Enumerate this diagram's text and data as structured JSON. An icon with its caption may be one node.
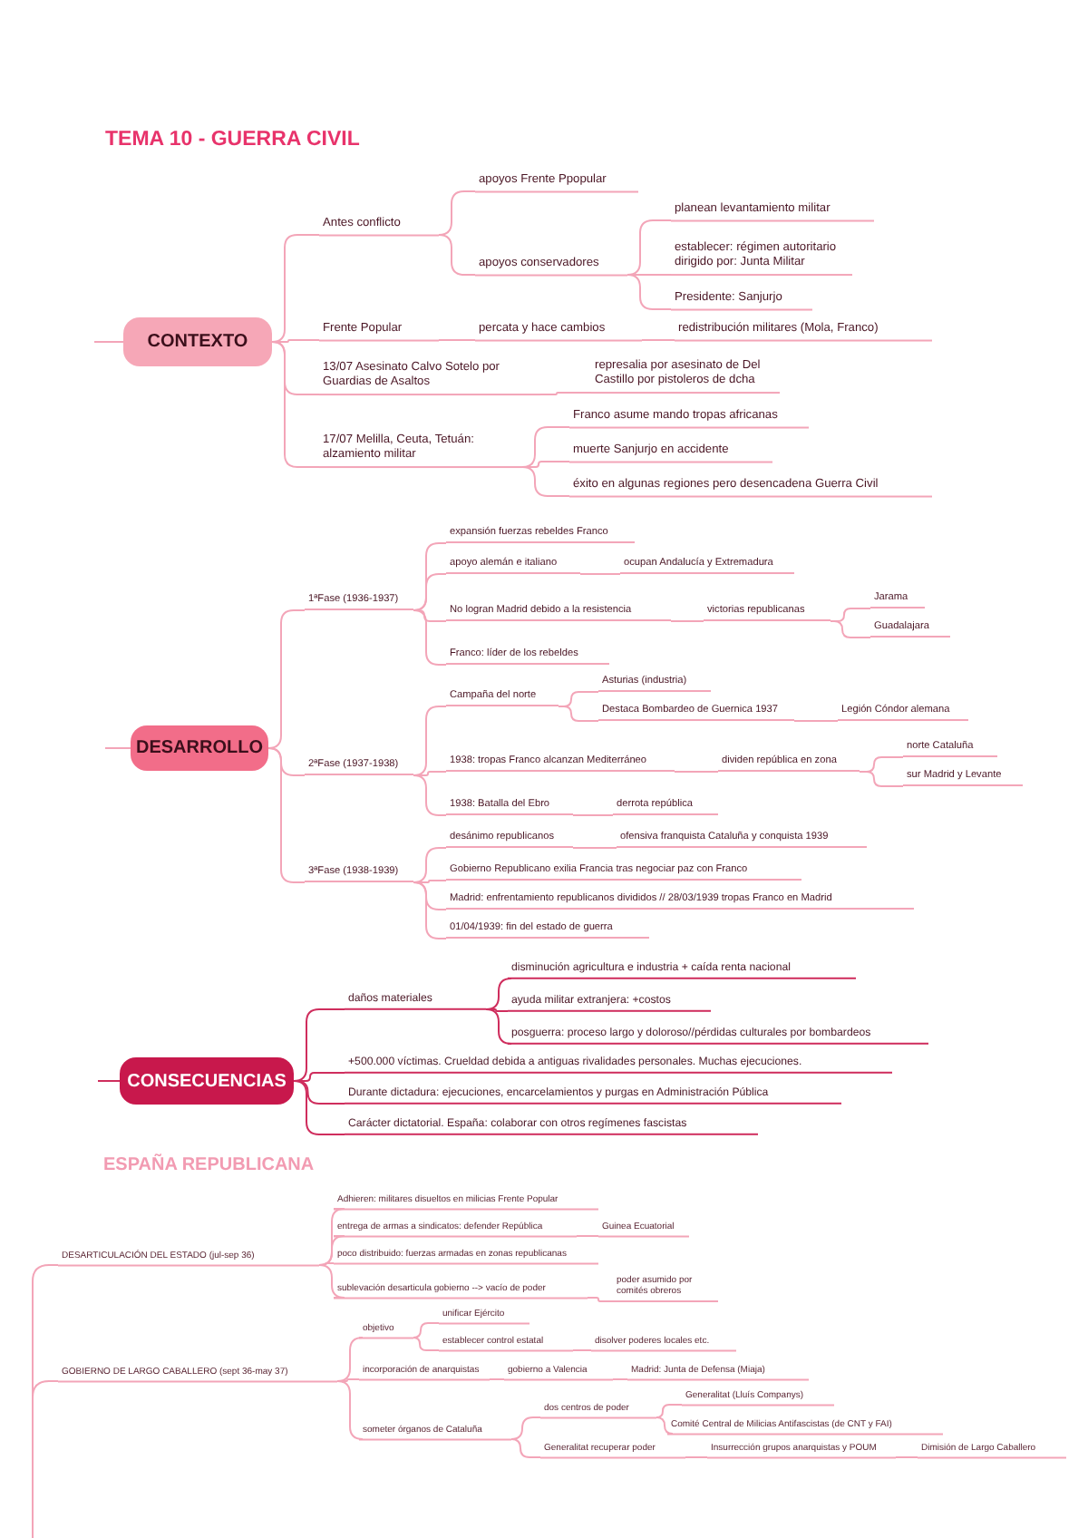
{
  "diagram": {
    "title": "TEMA 10 - GUERRA CIVIL",
    "nodes": [
      {
        "text": [
          "CONTEXTO"
        ]
      },
      {
        "text": [
          "Antes conflicto"
        ]
      },
      {
        "text": [
          "apoyos Frente Ppopular"
        ]
      },
      {
        "text": [
          "apoyos conservadores"
        ]
      },
      {
        "text": [
          "planean levantamiento militar"
        ]
      },
      {
        "text": [
          "establecer: régimen autoritario dirigido por: Junta Militar"
        ]
      },
      {
        "text": [
          "Presidente: Sanjurjo"
        ]
      },
      {
        "text": [
          "Frente Popular"
        ]
      },
      {
        "text": [
          "percata y hace cambios"
        ]
      },
      {
        "text": [
          "redistribución militares (Mola, Franco)"
        ]
      },
      {
        "text": [
          "13/07 Asesinato Calvo Sotelo por Guardias de Asaltos"
        ]
      },
      {
        "text": [
          "represalia por asesinato de Del Castillo por pistoleros de dcha"
        ]
      },
      {
        "text": [
          "17/07 Melilla, Ceuta, Tetuán: alzamiento militar"
        ]
      },
      {
        "text": [
          "Franco asume mando tropas africanas"
        ]
      },
      {
        "text": [
          "muerte Sanjurjo en accidente"
        ]
      },
      {
        "text": [
          "éxito en algunas regiones pero desencadena Guerra Civil"
        ]
      },
      {
        "text": [
          "DESARROLLO"
        ]
      },
      {
        "text": [
          "1ªFase (1936-1937)"
        ]
      },
      {
        "text": [
          "expansión fuerzas rebeldes Franco"
        ]
      },
      {
        "text": [
          "apoyo alemán e italiano"
        ]
      },
      {
        "text": [
          "ocupan Andalucía y Extremadura"
        ]
      },
      {
        "text": [
          "No logran Madrid debido a la resistencia"
        ]
      },
      {
        "text": [
          "victorias republicanas"
        ]
      },
      {
        "text": [
          "Jarama"
        ]
      },
      {
        "text": [
          "Guadalajara"
        ]
      },
      {
        "text": [
          "Franco: líder de los rebeldes"
        ]
      },
      {
        "text": [
          "2ªFase (1937-1938)"
        ]
      },
      {
        "text": [
          "Campaña del norte"
        ]
      },
      {
        "text": [
          "Asturias (industria)"
        ]
      },
      {
        "text": [
          "Destaca Bombardeo de Guernica 1937"
        ]
      },
      {
        "text": [
          "Legión Cóndor alemana"
        ]
      },
      {
        "text": [
          "1938: tropas Franco alcanzan Mediterráneo"
        ]
      },
      {
        "text": [
          "dividen república en zona"
        ]
      },
      {
        "text": [
          "norte Cataluña"
        ]
      },
      {
        "text": [
          "sur Madrid y Levante"
        ]
      },
      {
        "text": [
          "1938: Batalla del Ebro"
        ]
      },
      {
        "text": [
          "derrota república"
        ]
      },
      {
        "text": [
          "3ªFase (1938-1939)"
        ]
      },
      {
        "text": [
          "desánimo republicanos"
        ]
      },
      {
        "text": [
          "ofensiva franquista Cataluña y conquista 1939"
        ]
      },
      {
        "text": [
          "Gobierno Republicano exilia Francia tras negociar paz con Franco"
        ]
      },
      {
        "text": [
          "Madrid: enfrentamiento republicanos divididos // 28/03/1939 tropas Franco en Madrid"
        ]
      },
      {
        "text": [
          "01/04/1939: fin del estado de guerra"
        ]
      },
      {
        "text": [
          "CONSECUENCIAS"
        ]
      },
      {
        "text": [
          "daños materiales"
        ]
      },
      {
        "text": [
          "disminución agricultura e industria + caída renta nacional"
        ]
      },
      {
        "text": [
          "ayuda militar extranjera: +costos"
        ]
      },
      {
        "text": [
          "posguerra: proceso largo y doloroso//pérdidas culturales por bombardeos"
        ]
      },
      {
        "text": [
          "+500.000 víctimas. Crueldad debida a antiguas rivalidades personales. Muchas ejecuciones."
        ]
      },
      {
        "text": [
          "Durante dictadura: ejecuciones, encarcelamientos y purgas en Administración Pública"
        ]
      },
      {
        "text": [
          "Carácter dictatorial. España: colaborar con otros regímenes fascistas"
        ]
      },
      {
        "text": [
          "DESARTICULACIÓN DEL ESTADO (jul-sep 36)"
        ]
      },
      {
        "text": [
          "Adhieren: militares disueltos en milicias Frente Popular"
        ]
      },
      {
        "text": [
          "entrega de armas a sindicatos: defender República"
        ]
      },
      {
        "text": [
          "Guinea Ecuatorial"
        ]
      },
      {
        "text": [
          "poco distribuido: fuerzas armadas en zonas republicanas"
        ]
      },
      {
        "text": [
          "sublevación desarticula gobierno --> vacío de poder"
        ]
      },
      {
        "text": [
          "poder asumido por comités obreros"
        ]
      },
      {
        "text": [
          "GOBIERNO DE LARGO CABALLERO (sept 36-may 37)"
        ]
      },
      {
        "text": [
          "objetivo"
        ]
      },
      {
        "text": [
          "unificar Ejército"
        ]
      },
      {
        "text": [
          "establecer control estatal"
        ]
      },
      {
        "text": [
          "disolver poderes locales etc."
        ]
      },
      {
        "text": [
          "incorporación de anarquistas"
        ]
      },
      {
        "text": [
          "gobierno a Valencia"
        ]
      },
      {
        "text": [
          "Madrid: Junta de Defensa (Miaja)"
        ]
      },
      {
        "text": [
          "someter órganos de Cataluña"
        ]
      },
      {
        "text": [
          "dos centros de poder"
        ]
      },
      {
        "text": [
          "Generalitat (Lluís Companys)"
        ]
      },
      {
        "text": [
          "Comité Central de Milicias Antifascistas (de CNT y FAI)"
        ]
      },
      {
        "text": [
          "Generalitat recuperar poder"
        ]
      },
      {
        "text": [
          "Insurrección grupos anarquistas y POUM"
        ]
      },
      {
        "text": [
          "Dimisión de Largo Caballero"
        ]
      }
    ],
    "edges": [
      {
        "from": null,
        "to": 0,
        "arrow": "none"
      },
      {
        "from": 0,
        "to": 1,
        "arrow": "none"
      },
      {
        "from": 1,
        "to": 2,
        "arrow": "none"
      },
      {
        "from": 1,
        "to": 3,
        "arrow": "none"
      },
      {
        "from": 3,
        "to": 4,
        "arrow": "none"
      },
      {
        "from": 3,
        "to": 5,
        "arrow": "none"
      },
      {
        "from": 3,
        "to": 6,
        "arrow": "none"
      },
      {
        "from": 0,
        "to": 7,
        "arrow": "none"
      },
      {
        "from": 7,
        "to": 8,
        "arrow": "none"
      },
      {
        "from": 8,
        "to": 9,
        "arrow": "none"
      },
      {
        "from": 0,
        "to": 10,
        "arrow": "none"
      },
      {
        "from": 10,
        "to": 11,
        "arrow": "none"
      },
      {
        "from": 0,
        "to": 12,
        "arrow": "none"
      },
      {
        "from": 12,
        "to": 13,
        "arrow": "none"
      },
      {
        "from": 12,
        "to": 14,
        "arrow": "none"
      },
      {
        "from": 12,
        "to": 15,
        "arrow": "none"
      },
      {
        "from": null,
        "to": 16,
        "arrow": "none"
      },
      {
        "from": 16,
        "to": 17,
        "arrow": "none"
      },
      {
        "from": 17,
        "to": 18,
        "arrow": "none"
      },
      {
        "from": 17,
        "to": 19,
        "arrow": "none"
      },
      {
        "from": 19,
        "to": 20,
        "arrow": "none"
      },
      {
        "from": 17,
        "to": 21,
        "arrow": "none"
      },
      {
        "from": 21,
        "to": 22,
        "arrow": "none"
      },
      {
        "from": 22,
        "to": 23,
        "arrow": "none"
      },
      {
        "from": 22,
        "to": 24,
        "arrow": "none"
      },
      {
        "from": 17,
        "to": 25,
        "arrow": "none"
      },
      {
        "from": 16,
        "to": 26,
        "arrow": "none"
      },
      {
        "from": 26,
        "to": 27,
        "arrow": "none"
      },
      {
        "from": 27,
        "to": 28,
        "arrow": "none"
      },
      {
        "from": 27,
        "to": 29,
        "arrow": "none"
      },
      {
        "from": 29,
        "to": 30,
        "arrow": "none"
      },
      {
        "from": 26,
        "to": 31,
        "arrow": "none"
      },
      {
        "from": 31,
        "to": 32,
        "arrow": "none"
      },
      {
        "from": 32,
        "to": 33,
        "arrow": "none"
      },
      {
        "from": 32,
        "to": 34,
        "arrow": "none"
      },
      {
        "from": 26,
        "to": 35,
        "arrow": "none"
      },
      {
        "from": 35,
        "to": 36,
        "arrow": "none"
      },
      {
        "from": 16,
        "to": 37,
        "arrow": "none"
      },
      {
        "from": 37,
        "to": 38,
        "arrow": "none"
      },
      {
        "from": 38,
        "to": 39,
        "arrow": "none"
      },
      {
        "from": 37,
        "to": 40,
        "arrow": "none"
      },
      {
        "from": 37,
        "to": 41,
        "arrow": "none"
      },
      {
        "from": 37,
        "to": 42,
        "arrow": "none"
      },
      {
        "from": null,
        "to": 43,
        "arrow": "none",
        "color": "#cf2d5d"
      },
      {
        "from": 43,
        "to": 44,
        "arrow": "none",
        "color": "#cf2d5d"
      },
      {
        "from": 44,
        "to": 45,
        "arrow": "none",
        "color": "#cf2d5d"
      },
      {
        "from": 44,
        "to": 46,
        "arrow": "none",
        "color": "#cf2d5d"
      },
      {
        "from": 44,
        "to": 47,
        "arrow": "none",
        "color": "#cf2d5d"
      },
      {
        "from": 43,
        "to": 48,
        "arrow": "none",
        "color": "#cf2d5d"
      },
      {
        "from": 43,
        "to": 49,
        "arrow": "none",
        "color": "#cf2d5d"
      },
      {
        "from": 43,
        "to": 50,
        "arrow": "none",
        "color": "#cf2d5d"
      },
      {
        "from": null,
        "to": 51,
        "arrow": "none"
      },
      {
        "from": 51,
        "to": 52,
        "arrow": "none"
      },
      {
        "from": 51,
        "to": 53,
        "arrow": "none"
      },
      {
        "from": 53,
        "to": 54,
        "arrow": "none"
      },
      {
        "from": 51,
        "to": 55,
        "arrow": "none"
      },
      {
        "from": 51,
        "to": 56,
        "arrow": "none"
      },
      {
        "from": 56,
        "to": 57,
        "arrow": "none"
      },
      {
        "from": null,
        "to": 58,
        "arrow": "none"
      },
      {
        "from": 58,
        "to": 59,
        "arrow": "none"
      },
      {
        "from": 59,
        "to": 60,
        "arrow": "none"
      },
      {
        "from": 59,
        "to": 61,
        "arrow": "none"
      },
      {
        "from": 61,
        "to": 62,
        "arrow": "none"
      },
      {
        "from": 58,
        "to": 63,
        "arrow": "none"
      },
      {
        "from": 63,
        "to": 64,
        "arrow": "none"
      },
      {
        "from": 64,
        "to": 65,
        "arrow": "none"
      },
      {
        "from": 58,
        "to": 66,
        "arrow": "none"
      },
      {
        "from": 66,
        "to": 67,
        "arrow": "none"
      },
      {
        "from": 67,
        "to": 68,
        "arrow": "none"
      },
      {
        "from": 67,
        "to": 69,
        "arrow": "none"
      },
      {
        "from": 66,
        "to": 70,
        "arrow": "none"
      },
      {
        "from": 70,
        "to": 71,
        "arrow": "none"
      },
      {
        "from": 71,
        "to": 72,
        "arrow": "none"
      }
    ],
    "labels": [
      "ESPAÑA REPUBLICANA"
    ]
  }
}
